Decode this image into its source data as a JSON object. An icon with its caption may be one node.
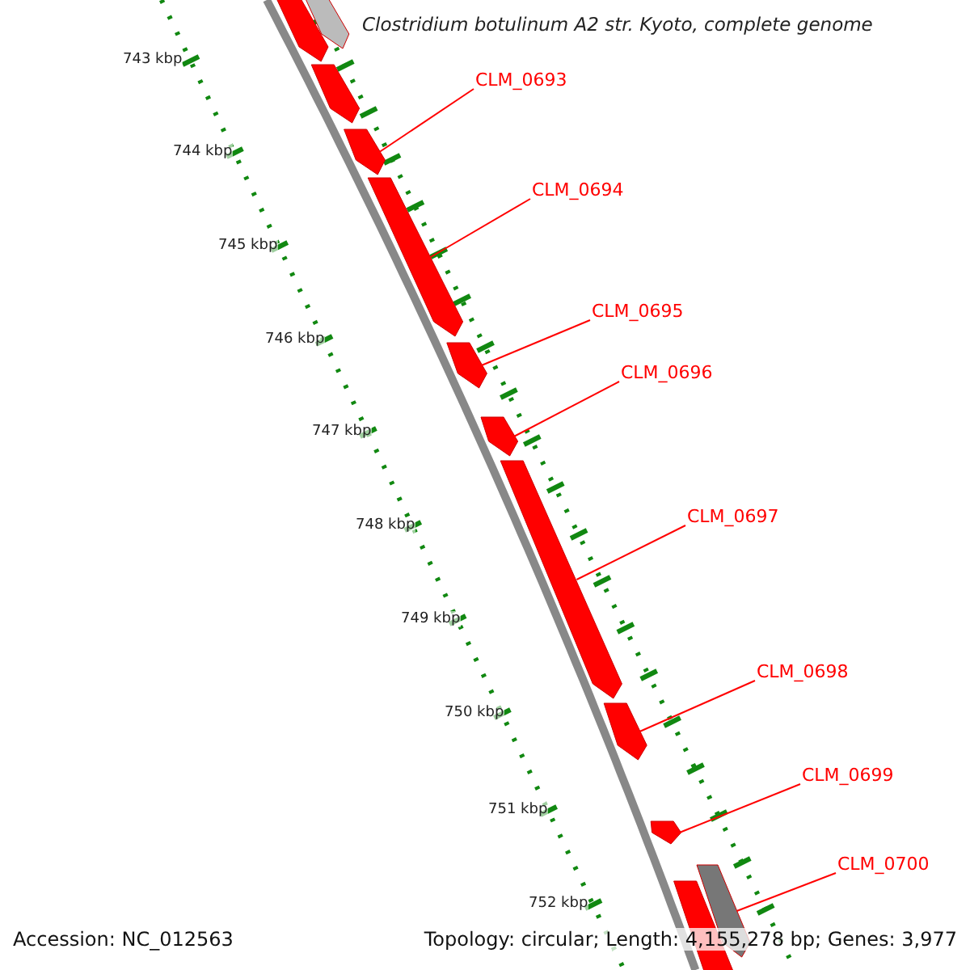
{
  "diagram": {
    "title": "Clostridium botulinum A2 str. Kyoto, complete genome",
    "nodes": [
      {
        "text": [
          "CLM_0693"
        ]
      },
      {
        "text": [
          "CLM_0694"
        ]
      },
      {
        "text": [
          "CLM_0695"
        ]
      },
      {
        "text": [
          "CLM_0696"
        ]
      },
      {
        "text": [
          "CLM_0697"
        ]
      },
      {
        "text": [
          "CLM_0698"
        ]
      },
      {
        "text": [
          "CLM_0699"
        ]
      },
      {
        "text": [
          "CLM_0700"
        ]
      },
      {
        "text": [],
        "shape": "bar"
      },
      {
        "text": [],
        "shape": "bar"
      },
      {
        "text": [],
        "shape": "bar"
      },
      {
        "text": [],
        "shape": "bar"
      },
      {
        "text": [],
        "shape": "bar"
      },
      {
        "text": [],
        "shape": "bar"
      },
      {
        "text": [],
        "shape": "bar"
      },
      {
        "text": [],
        "shape": "bar"
      },
      {
        "text": [],
        "shape": "bar"
      },
      {
        "text": [],
        "shape": "bar"
      },
      {
        "text": [],
        "shape": "bar"
      },
      {
        "text": [],
        "shape": "bar"
      }
    ],
    "edges": [
      {
        "from": 0,
        "to": 11,
        "arrow": "none"
      },
      {
        "from": 1,
        "to": 12,
        "arrow": "none"
      },
      {
        "from": 2,
        "to": 13,
        "arrow": "none"
      },
      {
        "from": 3,
        "to": 14,
        "arrow": "none"
      },
      {
        "from": 4,
        "to": 15,
        "arrow": "none"
      },
      {
        "from": 5,
        "to": 16,
        "arrow": "none"
      },
      {
        "from": 6,
        "to": 17,
        "arrow": "none"
      },
      {
        "from": 7,
        "to": 18,
        "arrow": "none"
      }
    ],
    "labels": [
      "743 kbp",
      "744 kbp",
      "745 kbp",
      "746 kbp",
      "747 kbp",
      "748 kbp",
      "749 kbp",
      "750 kbp",
      "751 kbp",
      "752 kbp",
      "Accession: NC_012563",
      "Topology: circular; Length: 4,155,278 bp; Genes: 3,977"
    ]
  }
}
